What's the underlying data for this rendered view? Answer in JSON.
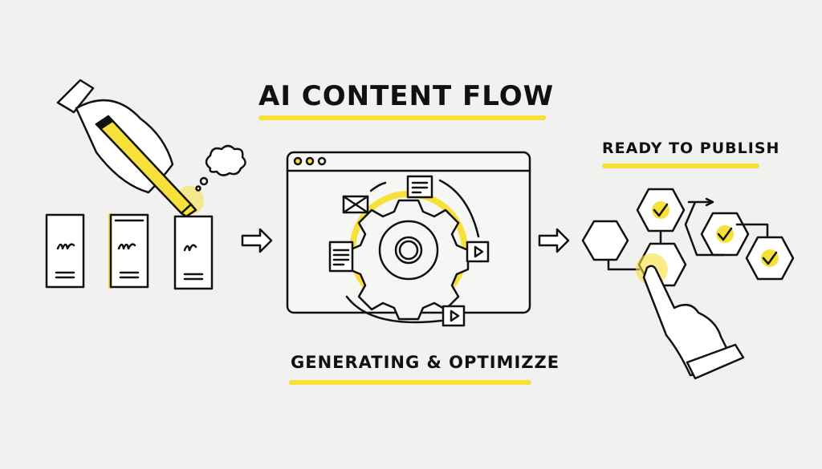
{
  "title": "AI CONTENT FLOW",
  "stages": [
    {
      "id": "input",
      "label": ""
    },
    {
      "id": "process",
      "label": "GENERATING & OPTIMIZZE"
    },
    {
      "id": "output",
      "label": "READY TO PUBLISH"
    }
  ],
  "colors": {
    "accent": "#f7e03a",
    "ink": "#111111",
    "background": "#f1f1ef"
  },
  "icons": [
    "hand-highlighter-icon",
    "thought-cloud-icon",
    "document-icon",
    "arrow-right-icon",
    "browser-window-icon",
    "gear-icon",
    "envelope-icon",
    "video-play-icon",
    "hexagon-check-icon",
    "pointing-hand-icon"
  ]
}
